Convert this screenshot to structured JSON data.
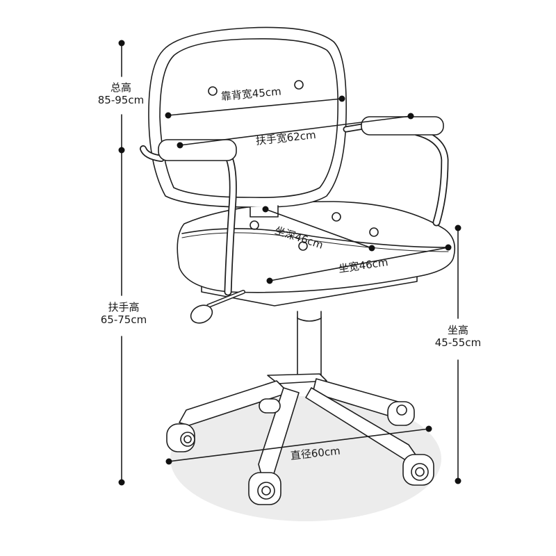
{
  "dimensions": {
    "total_height": {
      "name": "总高",
      "value": "85-95cm"
    },
    "armrest_height": {
      "name": "扶手高",
      "value": "65-75cm"
    },
    "seat_height": {
      "name": "坐高",
      "value": "45-55cm"
    },
    "backrest_width": "靠背宽45cm",
    "armrest_width": "扶手宽62cm",
    "seat_depth": "坐深46cm",
    "seat_width": "坐宽46cm",
    "base_diameter": "直径60cm"
  },
  "colors": {
    "line": "#1e1e1e",
    "floor_shadow": "#ececec",
    "marker": "#111111"
  }
}
